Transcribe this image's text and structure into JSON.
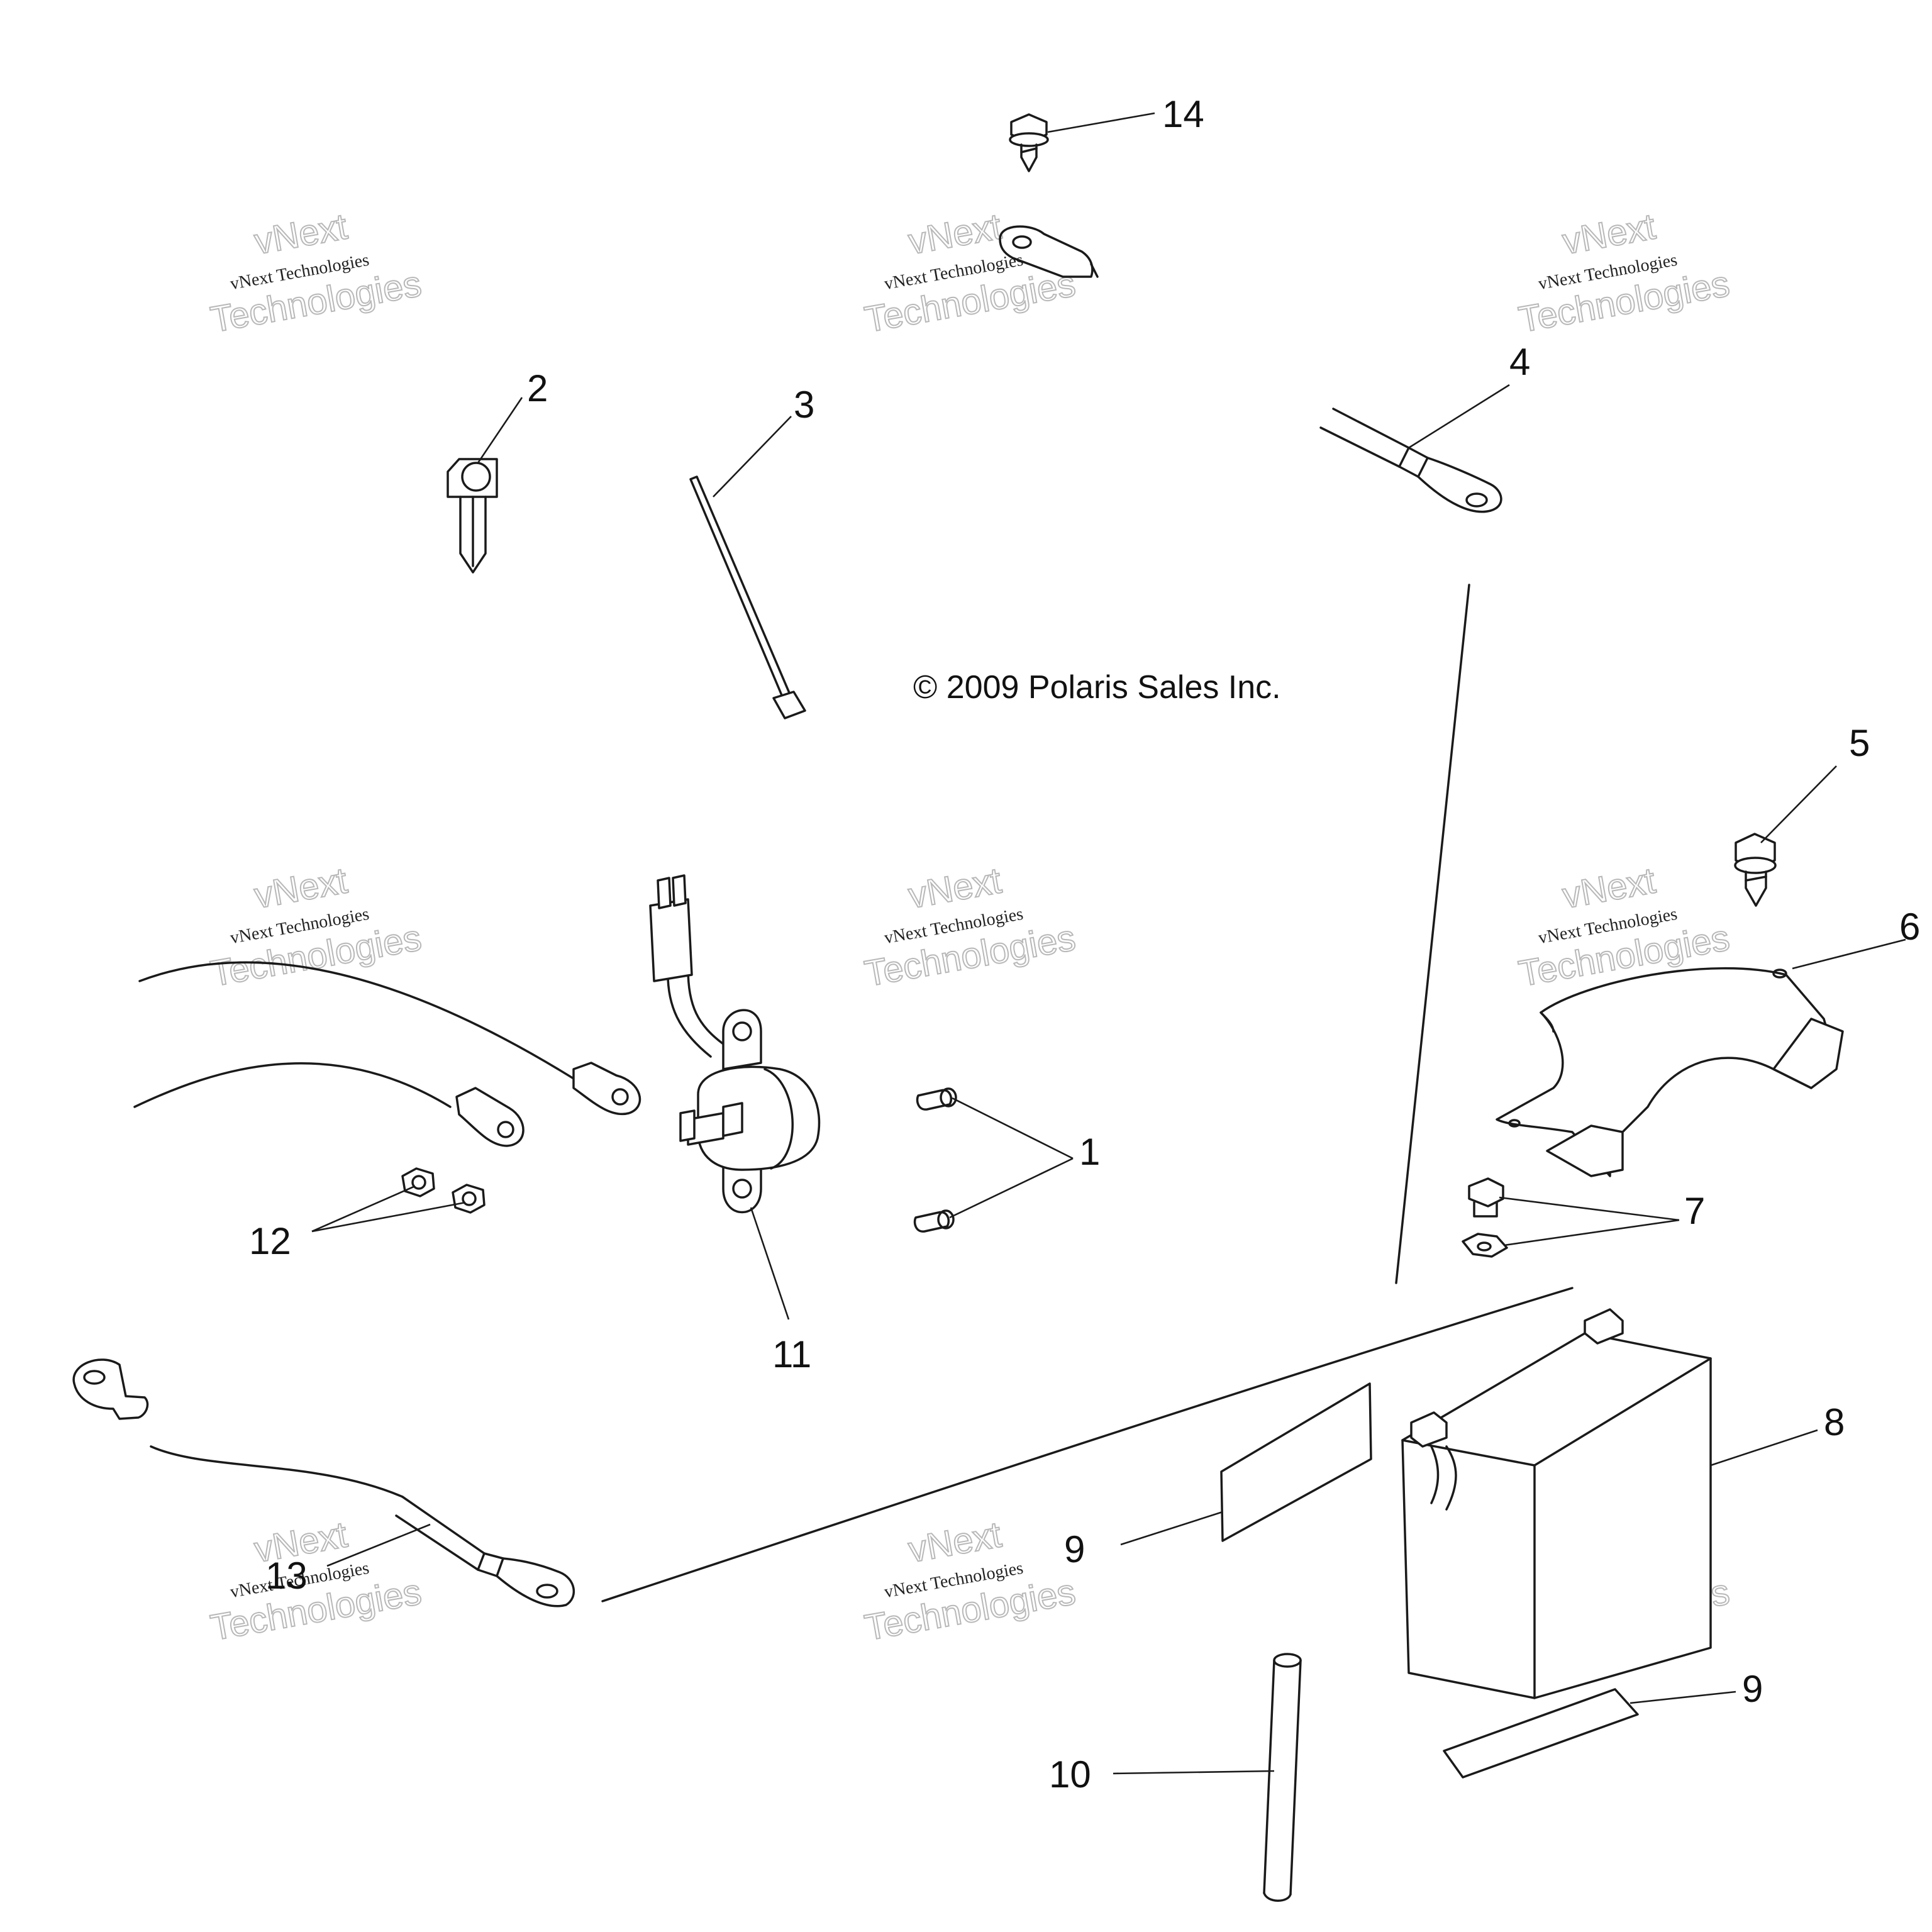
{
  "copyright": "© 2009 Polaris Sales Inc.",
  "watermark": {
    "line_small": "vNext Technologies",
    "line_outline_1": "vNext",
    "line_outline_2": "Technologies"
  },
  "callouts": [
    {
      "id": "c1",
      "label": "1"
    },
    {
      "id": "c2",
      "label": "2"
    },
    {
      "id": "c3",
      "label": "3"
    },
    {
      "id": "c4",
      "label": "4"
    },
    {
      "id": "c5",
      "label": "5"
    },
    {
      "id": "c6",
      "label": "6"
    },
    {
      "id": "c7",
      "label": "7"
    },
    {
      "id": "c8",
      "label": "8"
    },
    {
      "id": "c9a",
      "label": "9"
    },
    {
      "id": "c9b",
      "label": "9"
    },
    {
      "id": "c10",
      "label": "10"
    },
    {
      "id": "c11",
      "label": "11"
    },
    {
      "id": "c12",
      "label": "12"
    },
    {
      "id": "c13",
      "label": "13"
    },
    {
      "id": "c14",
      "label": "14"
    }
  ],
  "colors": {
    "ink": "#1a1a1a",
    "watermark": "#b8b8b8",
    "background": "#ffffff"
  }
}
